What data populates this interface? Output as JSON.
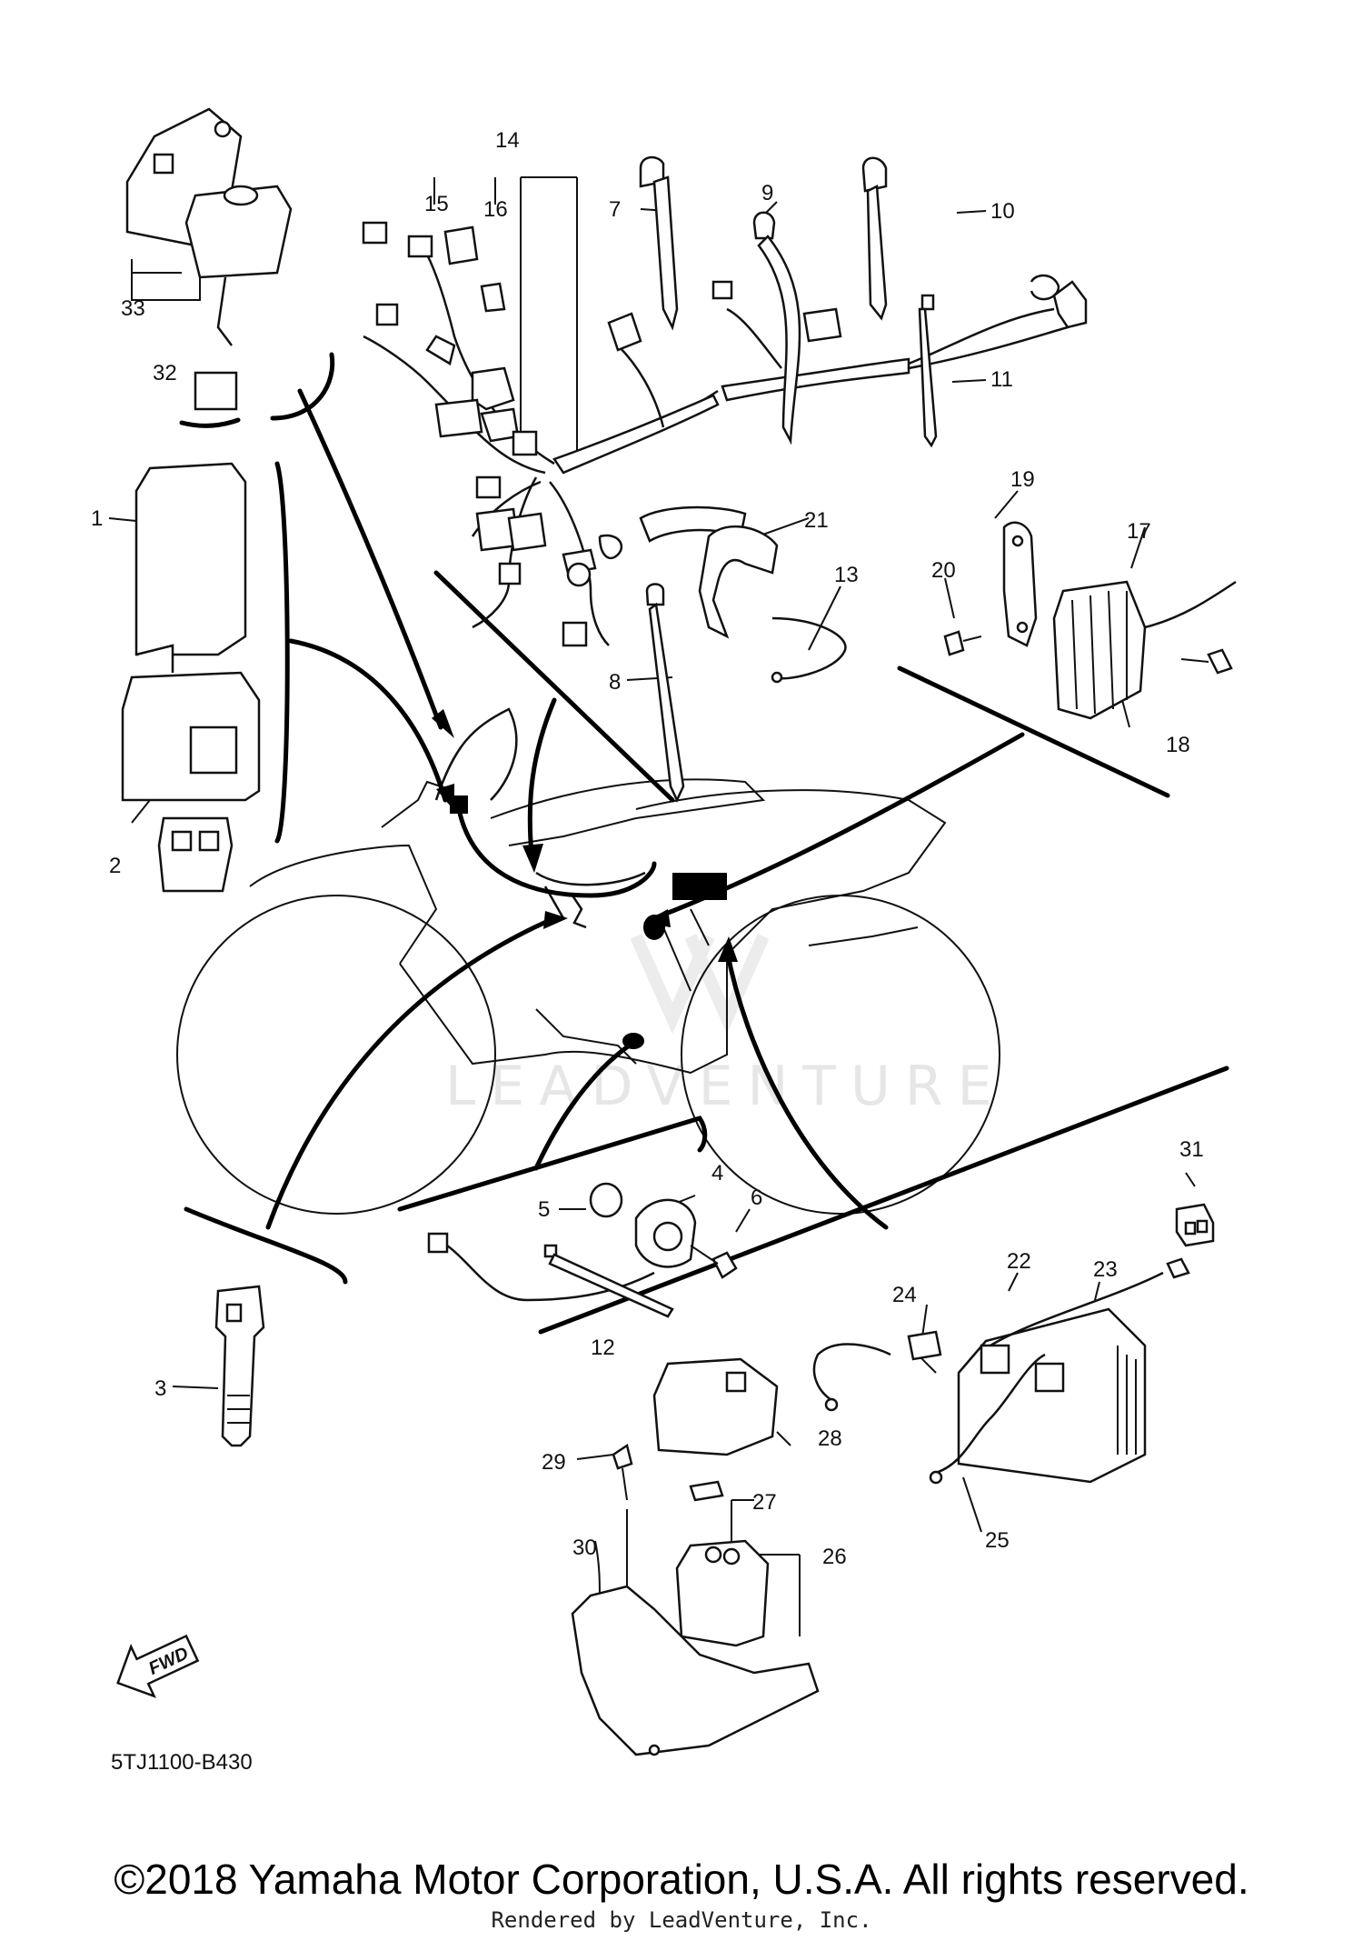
{
  "diagram": {
    "code": "5TJ1100-B430",
    "copyright": "©2018 Yamaha Motor Corporation, U.S.A. All rights reserved.",
    "rendered_by": "Rendered by LeadVenture, Inc.",
    "watermark": "LEADVENTURE",
    "fwd_label": "FWD",
    "callouts": [
      "1",
      "2",
      "3",
      "4",
      "5",
      "6",
      "7",
      "8",
      "9",
      "10",
      "11",
      "12",
      "13",
      "14",
      "15",
      "16",
      "17",
      "18",
      "19",
      "20",
      "21",
      "22",
      "23",
      "24",
      "25",
      "26",
      "27",
      "28",
      "29",
      "30",
      "31",
      "32",
      "33"
    ]
  }
}
